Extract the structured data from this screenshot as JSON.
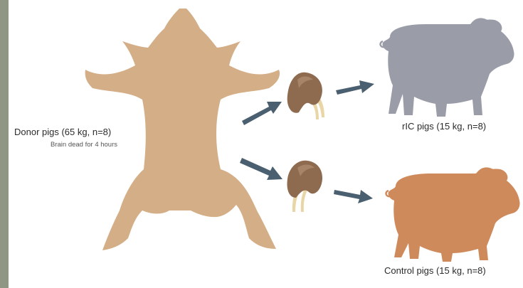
{
  "labels": {
    "donor": "Donor pigs (65 kg, n=8)",
    "donor_note": "Brain dead for 4 hours",
    "ric": "rIC pigs  (15 kg, n=8)",
    "control": "Control pigs  (15 kg, n=8)"
  },
  "colors": {
    "donor_body": "#d4ae86",
    "ric_pig": "#9a9da8",
    "control_pig": "#cf8a5c",
    "kidney": "#8e6a4f",
    "ureter": "#e9d6a6",
    "arrow": "#4a5f6f",
    "side_edge": "#8f9684"
  },
  "icons": [
    "donor-pig-silhouette",
    "kidney-icon",
    "arrow-icon",
    "pig-silhouette"
  ]
}
